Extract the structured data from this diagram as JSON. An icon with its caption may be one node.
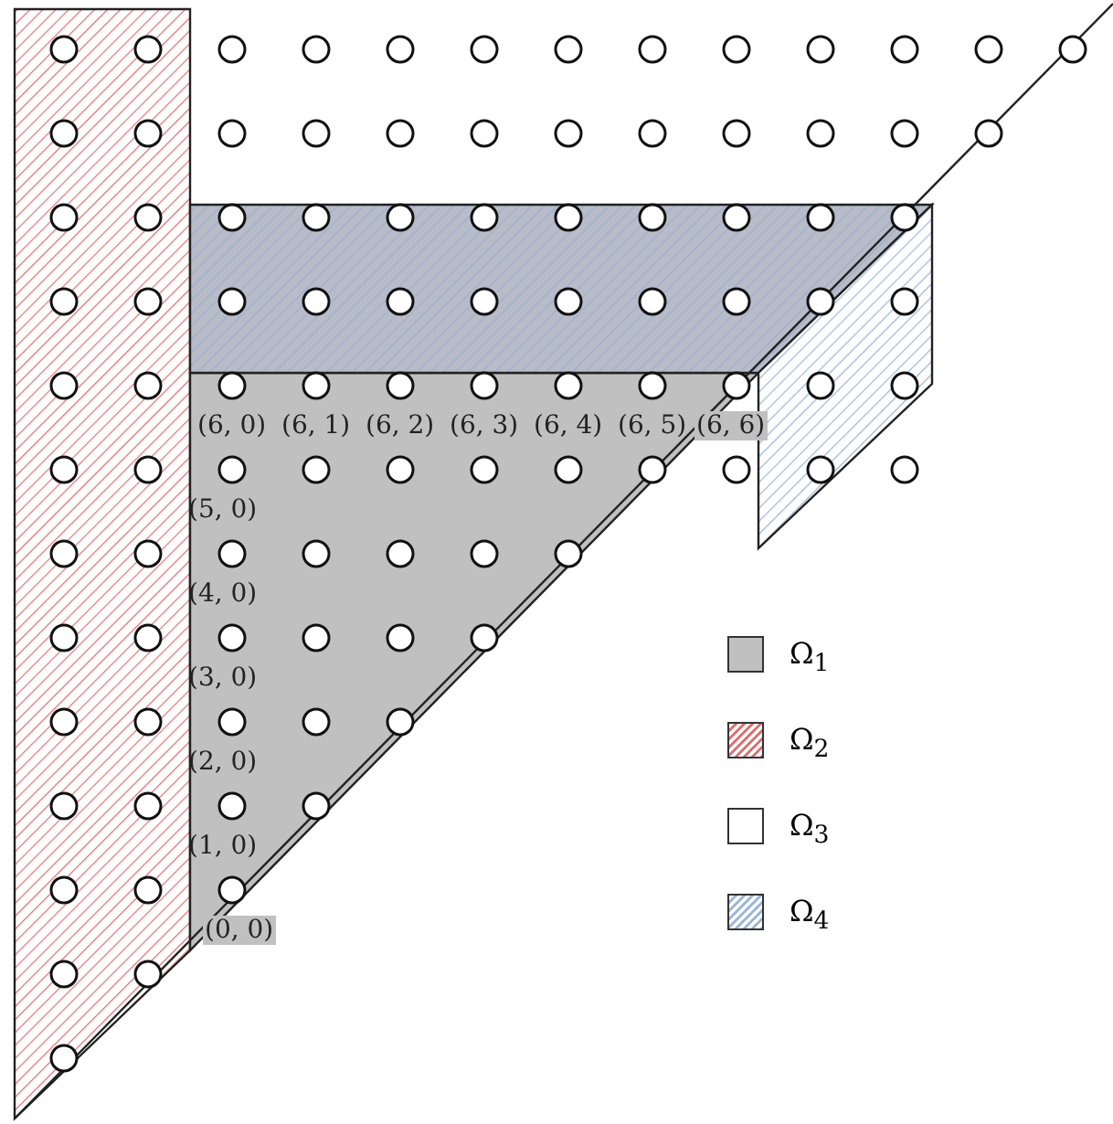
{
  "diagram": {
    "labels": [
      "(6, 0)",
      "(6, 1)",
      "(6, 2)",
      "(6, 3)",
      "(6, 4)",
      "(6, 5)",
      "(6, 6)",
      "(5, 0)",
      "(4, 0)",
      "(3, 0)",
      "(2, 0)",
      "(1, 0)",
      "(0, 0)"
    ],
    "legend": [
      {
        "text": "Ω$_{1}$",
        "color": "#c0c0c0"
      },
      {
        "text": "Ω$_{2}$"
      },
      {
        "text": "Ω$_{3}$",
        "color": "#ffffff"
      },
      {
        "text": "Ω$_{4}$"
      }
    ]
  }
}
